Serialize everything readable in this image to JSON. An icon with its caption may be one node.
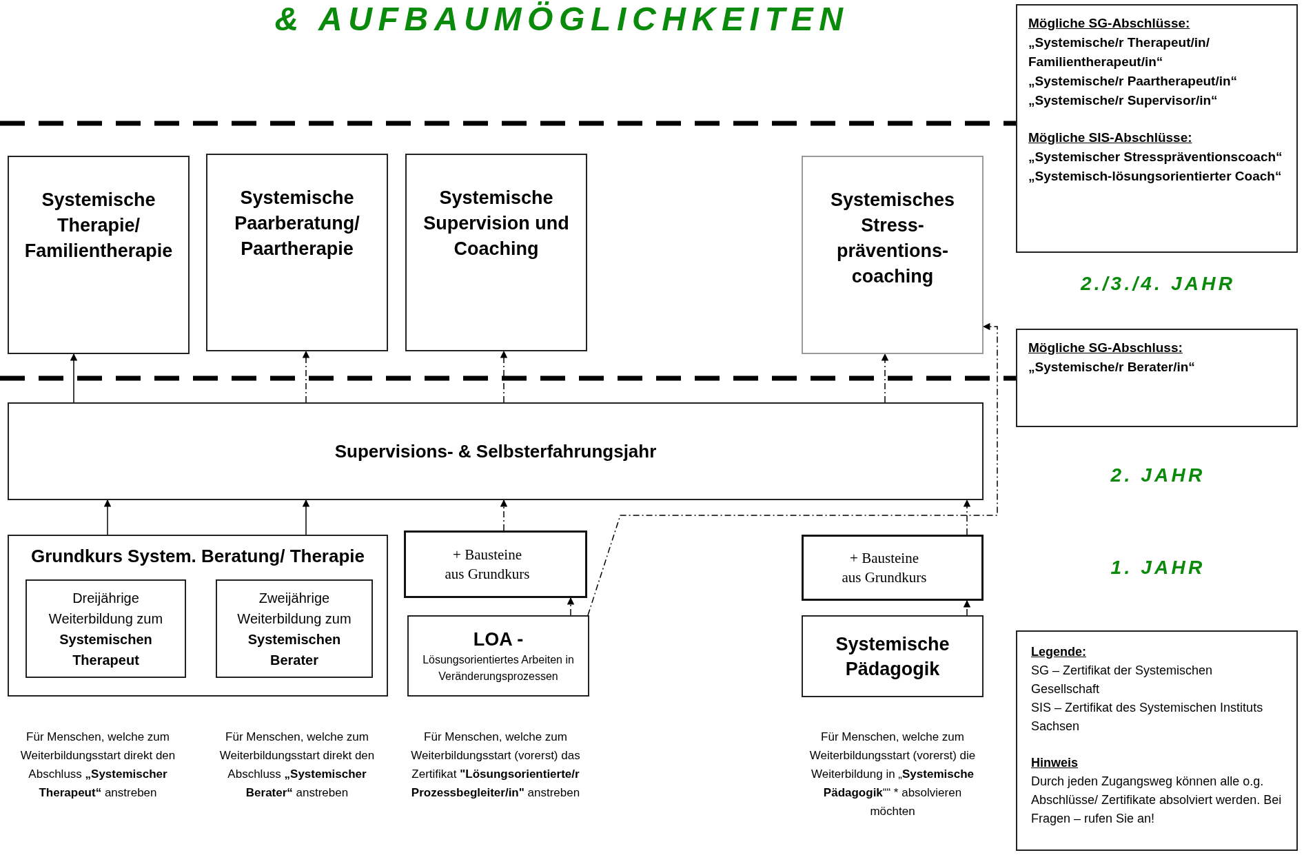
{
  "diagram": {
    "title": "& AUFBAUMÖGLICHKEITEN",
    "nodes": [
      {
        "text": [
          "Mögliche SG-Abschlüsse:",
          "„Systemische/r Therapeut/in/ Familientherapeut/in“",
          "„Systemische/r Paartherapeut/in“",
          "„Systemische/r Supervisor/in“",
          "Mögliche SIS-Abschlüsse:",
          "„Systemischer Stresspräventionscoach“",
          "„Systemisch-lösungsorientierter Coach“"
        ]
      },
      {
        "text": [
          "Systemische Therapie/ Familientherapie"
        ]
      },
      {
        "text": [
          "Systemische Paarberatung/ Paartherapie"
        ]
      },
      {
        "text": [
          "Systemische Supervision und Coaching"
        ]
      },
      {
        "text": [
          "Systemisches Stress- präventions- coaching"
        ]
      },
      {
        "text": [
          "Mögliche SG-Abschluss:",
          "„Systemische/r Berater/in“"
        ]
      },
      {
        "text": [
          "Supervisions- & Selbsterfahrungsjahr"
        ]
      },
      {
        "text": [
          "Grundkurs  System. Beratung/ Therapie"
        ]
      },
      {
        "text": [
          "Dreijährige Weiterbildung zum **Systemischen Therapeut**"
        ],
        "in": 7
      },
      {
        "text": [
          "Zweijährige Weiterbildung zum **Systemischen Berater**"
        ],
        "in": 7
      },
      {
        "text": [
          "+ Bausteine aus Grundkurs"
        ]
      },
      {
        "text": [
          "+ Bausteine aus Grundkurs"
        ]
      },
      {
        "text": [
          "LOA -",
          "Lösungsorientiertes Arbeiten in Veränderungsprozessen"
        ]
      },
      {
        "text": [
          "Systemische Pädagogik"
        ]
      },
      {
        "text": [
          "Legende:",
          "SG – Zertifikat der Systemischen Gesellschaft",
          "SIS – Zertifikat des Systemischen Instituts Sachsen",
          "Hinweis",
          "Durch jeden Zugangsweg können alle o.g. Abschlüsse/ Zertifikate absolviert werden. Bei Fragen – rufen Sie an!"
        ]
      }
    ],
    "edges": [
      {
        "from": 7,
        "to": 6,
        "arrow": "to"
      },
      {
        "from": 7,
        "to": 6,
        "arrow": "to"
      },
      {
        "from": 10,
        "to": 6,
        "arrow": "to",
        "style": "dashed"
      },
      {
        "from": 11,
        "to": 6,
        "arrow": "to",
        "style": "dashed"
      },
      {
        "from": 6,
        "to": 1,
        "arrow": "to"
      },
      {
        "from": 6,
        "to": 2,
        "arrow": "to",
        "style": "dashed"
      },
      {
        "from": 6,
        "to": 3,
        "arrow": "to",
        "style": "dashed"
      },
      {
        "from": 6,
        "to": 4,
        "arrow": "to",
        "style": "dashed"
      },
      {
        "from": 12,
        "to": 10,
        "arrow": "to",
        "style": "dashed"
      },
      {
        "from": 13,
        "to": 11,
        "arrow": "to",
        "style": "dashed"
      },
      {
        "from": 12,
        "to": 4,
        "arrow": "to",
        "style": "dashed"
      }
    ],
    "labels": [
      "2./3./4. JAHR",
      "2. JAHR",
      "1. JAHR",
      "Für Menschen, welche zum Weiterbildungsstart direkt den Abschluss **„Systemischer Therapeut“** anstreben",
      "Für Menschen, welche zum Weiterbildungsstart direkt den Abschluss **„Systemischer Berater“** anstreben",
      "Für Menschen, welche zum Weiterbildungsstart (vorerst) das Zertifikat **\"Lösungsorientierte/r Prozessbegleiter/in\"** anstreben",
      "Für Menschen, welche zum Weiterbildungsstart (vorerst) die Weiterbildung in „**Systemische Pädagogik**““ * absolvieren möchten"
    ]
  }
}
